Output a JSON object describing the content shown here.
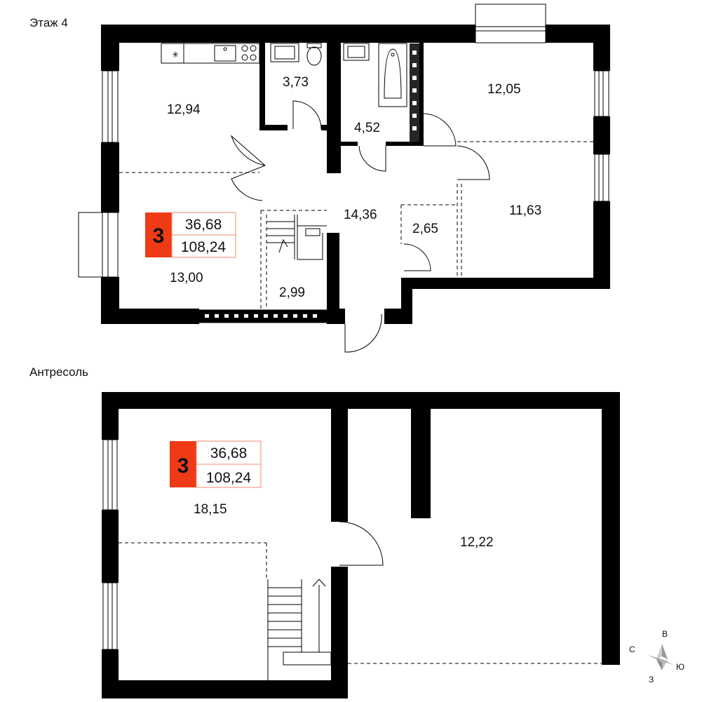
{
  "floor4": {
    "title": "Этаж 4",
    "rooms": {
      "kitchen": "12,94",
      "wc": "3,73",
      "bath": "4,52",
      "bedroom_top_right": "12,05",
      "hall": "14,36",
      "bedroom_right": "11,63",
      "closet": "2,65",
      "living": "13,00",
      "stair": "2,99"
    },
    "badge": {
      "rooms": "3",
      "living_area": "36,68",
      "total_area": "108,24"
    }
  },
  "mezzanine": {
    "title": "Антресоль",
    "rooms": {
      "left": "18,15",
      "right": "12,22"
    },
    "badge": {
      "rooms": "3",
      "living_area": "36,68",
      "total_area": "108,24"
    }
  },
  "compass": {
    "north": "С",
    "east": "В",
    "south": "Ю",
    "west": "З"
  },
  "colors": {
    "wall": "#000000",
    "badge_accent": "#ee3b16",
    "badge_border": "#f08a6c"
  }
}
